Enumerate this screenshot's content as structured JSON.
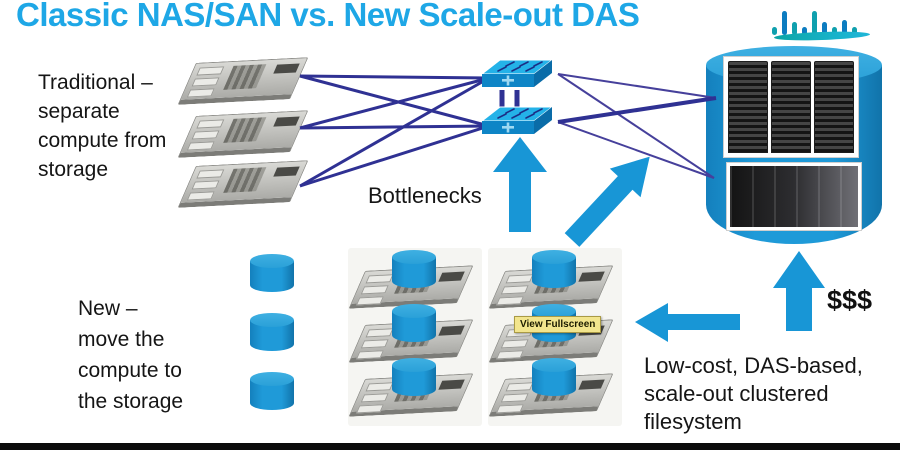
{
  "title": {
    "text": "Classic NAS/SAN vs. New Scale-out DAS",
    "color": "#1EA7E6"
  },
  "logo": {
    "name": "cisco-bars-logo"
  },
  "classic_section": {
    "label": "Traditional –\nseparate\ncompute from\nstorage",
    "bottlenecks_label": "Bottlenecks",
    "server_count": 3,
    "switch_count": 2
  },
  "storage_section": {
    "cost_label": "$$$"
  },
  "new_section": {
    "label": "New –\nmove the\ncompute to\nthe storage",
    "caption": "Low-cost, DAS-based,\nscale-out clustered\nfilesystem",
    "fullscreen_tooltip": "View Fullscreen",
    "disk_count": 3,
    "node_count": 6
  },
  "colors": {
    "accent_blue": "#1896D6",
    "line_navy": "#2F3193",
    "switch_blue": "#24B2E8",
    "cylinder_blue": "#1C99D6",
    "tooltip_bg": "#F2E58D",
    "title_blue": "#1EA7E6"
  }
}
